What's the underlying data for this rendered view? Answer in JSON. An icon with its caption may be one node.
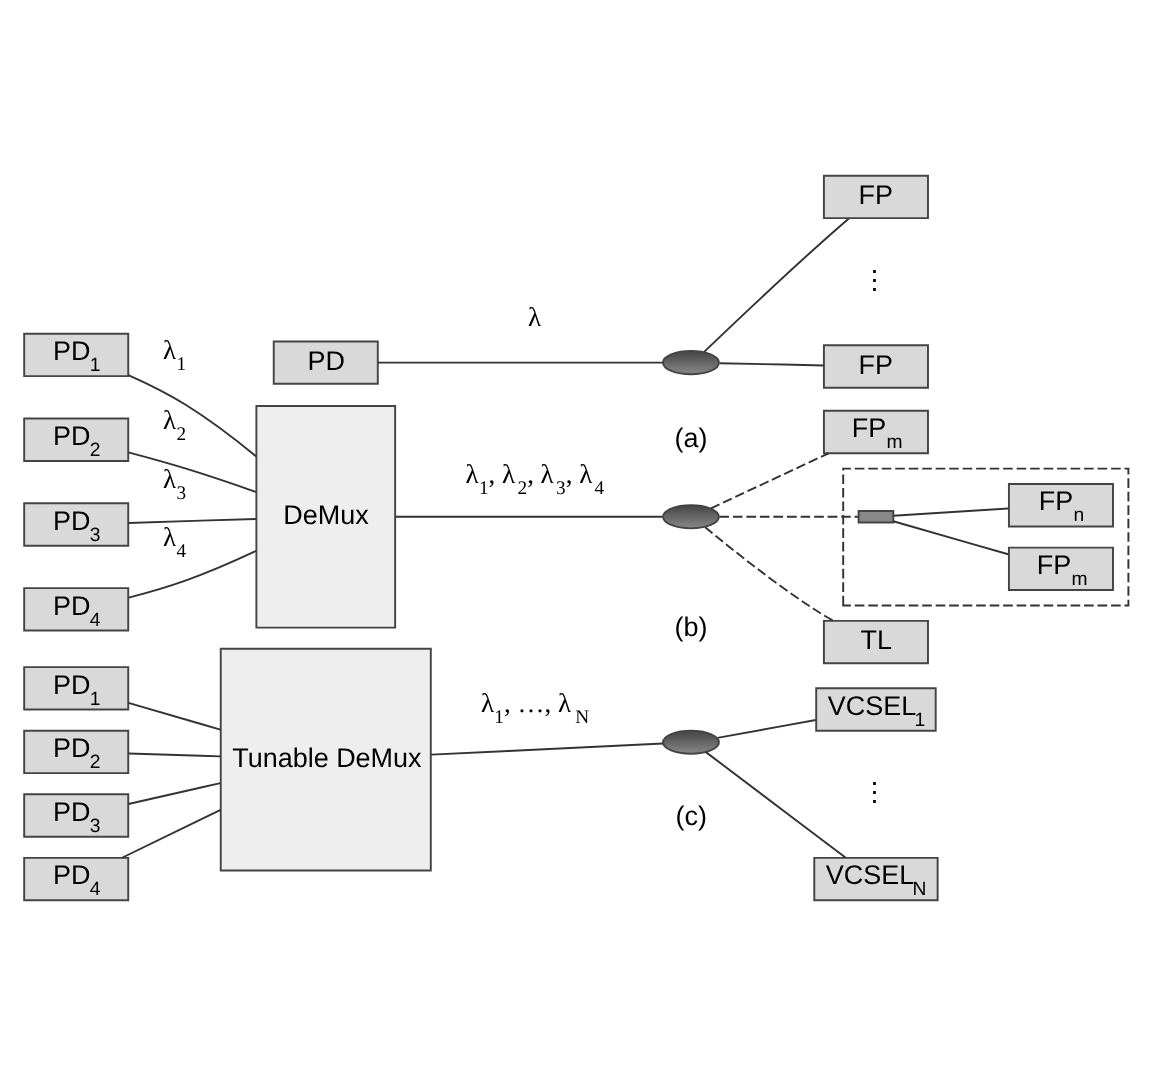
{
  "diagram": {
    "nodes": [
      {
        "text": [
          "PD"
        ]
      },
      {
        "text": [],
        "shape": "ellipse"
      },
      {
        "text": [
          "FP"
        ]
      },
      {
        "text": [
          "FP"
        ]
      },
      {
        "text": [
          "PD$_{1}$"
        ]
      },
      {
        "text": [
          "PD$_{2}$"
        ]
      },
      {
        "text": [
          "PD$_{3}$"
        ]
      },
      {
        "text": [
          "PD$_{4}$"
        ]
      },
      {
        "text": [
          "DeMux"
        ]
      },
      {
        "text": [],
        "shape": "ellipse"
      },
      {
        "text": [
          "FP$_{m}$"
        ]
      },
      {
        "text": [],
        "shape": "box"
      },
      {
        "text": [],
        "shape": "bar",
        "in": 11
      },
      {
        "text": [
          "FP$_{m}$"
        ],
        "in": 11
      },
      {
        "text": [
          "FP$_{n}$"
        ],
        "in": 11
      },
      {
        "text": [
          "TL"
        ]
      },
      {
        "text": [
          "PD$_{1}$"
        ]
      },
      {
        "text": [
          "PD$_{2}$"
        ]
      },
      {
        "text": [
          "PD$_{3}$"
        ]
      },
      {
        "text": [
          "PD$_{4}$"
        ]
      },
      {
        "text": [
          "Tunable DeMux"
        ]
      },
      {
        "text": [],
        "shape": "ellipse"
      },
      {
        "text": [
          "VCSEL$_{1}$"
        ]
      },
      {
        "text": [
          "VCSEL$_{N}$"
        ]
      }
    ],
    "edges": [
      {
        "from": 0,
        "to": 1,
        "arrow": "none",
        "label": "λ"
      },
      {
        "from": 1,
        "to": 2,
        "arrow": "none"
      },
      {
        "from": 1,
        "to": 3,
        "arrow": "none"
      },
      {
        "from": 4,
        "to": 8,
        "arrow": "none",
        "label": "λ$_{1}$"
      },
      {
        "from": 5,
        "to": 8,
        "arrow": "none",
        "label": "λ$_{2}$"
      },
      {
        "from": 6,
        "to": 8,
        "arrow": "none",
        "label": "λ$_{3}$"
      },
      {
        "from": 7,
        "to": 8,
        "arrow": "none",
        "label": "λ$_{4}$"
      },
      {
        "from": 8,
        "to": 9,
        "arrow": "none",
        "label": "λ$_{1}$, λ$_{2}$, λ$_{3}$, λ$_{4}$"
      },
      {
        "from": 9,
        "to": 10,
        "arrow": "none",
        "style": "dashed"
      },
      {
        "from": 9,
        "to": 12,
        "arrow": "none",
        "style": "dashed"
      },
      {
        "from": 9,
        "to": 15,
        "arrow": "none",
        "style": "dashed"
      },
      {
        "from": 12,
        "to": 13,
        "arrow": "none"
      },
      {
        "from": 12,
        "to": 14,
        "arrow": "none"
      },
      {
        "from": 16,
        "to": 20,
        "arrow": "none"
      },
      {
        "from": 17,
        "to": 20,
        "arrow": "none"
      },
      {
        "from": 18,
        "to": 20,
        "arrow": "none"
      },
      {
        "from": 19,
        "to": 20,
        "arrow": "none"
      },
      {
        "from": 20,
        "to": 21,
        "arrow": "none",
        "label": "λ$_{1}$, …, λ$_{N}$"
      },
      {
        "from": 21,
        "to": 22,
        "arrow": "none"
      },
      {
        "from": 21,
        "to": 23,
        "arrow": "none"
      }
    ],
    "labels": [
      "⋮",
      "(a)",
      "(b)",
      "⋮",
      "(c)"
    ]
  }
}
